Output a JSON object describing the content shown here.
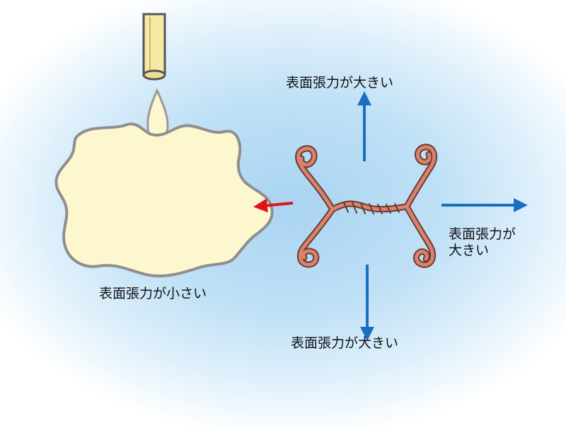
{
  "labels": {
    "top": "表面張力が大きい",
    "right_line1": "表面張力が",
    "right_line2": "大きい",
    "left": "表面張力が小さい",
    "bottom": "表面張力が大きい"
  },
  "colors": {
    "background": "#bfe0f6",
    "soap_fill": "#fdf7cf",
    "soap_outline": "#8f8f8f",
    "straw": "#f5e9a6",
    "wire": "#d9836f",
    "wire_outline": "#6b3a2e",
    "blue_arrow": "#1a6fc0",
    "red_arrow": "#e0141a"
  }
}
